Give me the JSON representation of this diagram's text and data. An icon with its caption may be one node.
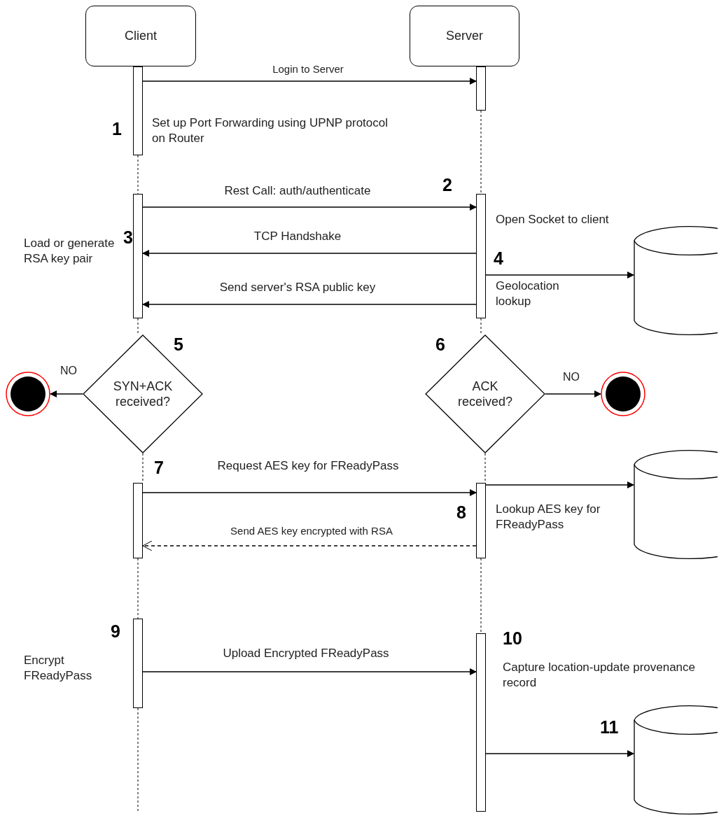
{
  "diagram": {
    "nodes": [
      {
        "text": [
          "Client"
        ]
      },
      {
        "text": [
          "Server"
        ]
      },
      {
        "text": [],
        "shape": "bar"
      },
      {
        "text": [],
        "shape": "bar"
      },
      {
        "text": [],
        "shape": "bar"
      },
      {
        "text": [],
        "shape": "bar"
      },
      {
        "text": [
          "SYN+ACK received?"
        ]
      },
      {
        "text": [
          "ACK received?"
        ]
      },
      {
        "text": [],
        "shape": "circle"
      },
      {
        "text": [],
        "shape": "circle"
      },
      {
        "text": [],
        "shape": "bar"
      },
      {
        "text": [],
        "shape": "bar"
      },
      {
        "text": [],
        "shape": "bar"
      },
      {
        "text": [],
        "shape": "bar"
      },
      {
        "text": [],
        "shape": "cylinder"
      },
      {
        "text": [],
        "shape": "cylinder"
      },
      {
        "text": [],
        "shape": "cylinder"
      }
    ],
    "edges": [
      {
        "from": 2,
        "to": 3,
        "arrow": "to",
        "label": "Login to Server"
      },
      {
        "from": 4,
        "to": 5,
        "arrow": "to",
        "label": "Rest Call: auth/authenticate"
      },
      {
        "from": 5,
        "to": 4,
        "arrow": "to",
        "label": "TCP Handshake"
      },
      {
        "from": 5,
        "to": 14,
        "arrow": "to"
      },
      {
        "from": 5,
        "to": 4,
        "arrow": "to",
        "label": "Send server's RSA public key"
      },
      {
        "from": 6,
        "to": 8,
        "arrow": "to",
        "label": "NO"
      },
      {
        "from": 7,
        "to": 9,
        "arrow": "to",
        "label": "NO"
      },
      {
        "from": 10,
        "to": 11,
        "arrow": "to",
        "label": "Request AES key for FReadyPass"
      },
      {
        "from": 11,
        "to": 15,
        "arrow": "to"
      },
      {
        "from": 11,
        "to": 10,
        "arrow": "to",
        "label": "Send AES key encrypted with RSA",
        "style": "dashed"
      },
      {
        "from": 12,
        "to": 13,
        "arrow": "to",
        "label": "Upload Encrypted FReadyPass"
      },
      {
        "from": 13,
        "to": 16,
        "arrow": "to"
      },
      {
        "from": 2,
        "to": 4,
        "arrow": "none",
        "style": "dashed"
      },
      {
        "from": 4,
        "to": 6,
        "arrow": "none",
        "style": "dashed"
      },
      {
        "from": 6,
        "to": 10,
        "arrow": "none",
        "style": "dashed"
      },
      {
        "from": 10,
        "to": 12,
        "arrow": "none",
        "style": "dashed"
      },
      {
        "from": 12,
        "to": null,
        "arrow": "none",
        "style": "dashed"
      },
      {
        "from": 3,
        "to": 5,
        "arrow": "none",
        "style": "dashed"
      },
      {
        "from": 5,
        "to": 7,
        "arrow": "none",
        "style": "dashed"
      },
      {
        "from": 7,
        "to": 11,
        "arrow": "none",
        "style": "dashed"
      },
      {
        "from": 11,
        "to": 13,
        "arrow": "none",
        "style": "dashed"
      }
    ],
    "labels": [
      "1",
      "Set up Port Forwarding using UPNP protocol on Router",
      "2",
      "Load or generate RSA key pair",
      "3",
      "Open Socket to client",
      "4",
      "Geolocation lookup",
      "5",
      "6",
      "7",
      "8",
      "Lookup AES key for FReadyPass",
      "9",
      "10",
      "Encrypt FReadyPass",
      "Capture location-update provenance record",
      "11"
    ]
  }
}
